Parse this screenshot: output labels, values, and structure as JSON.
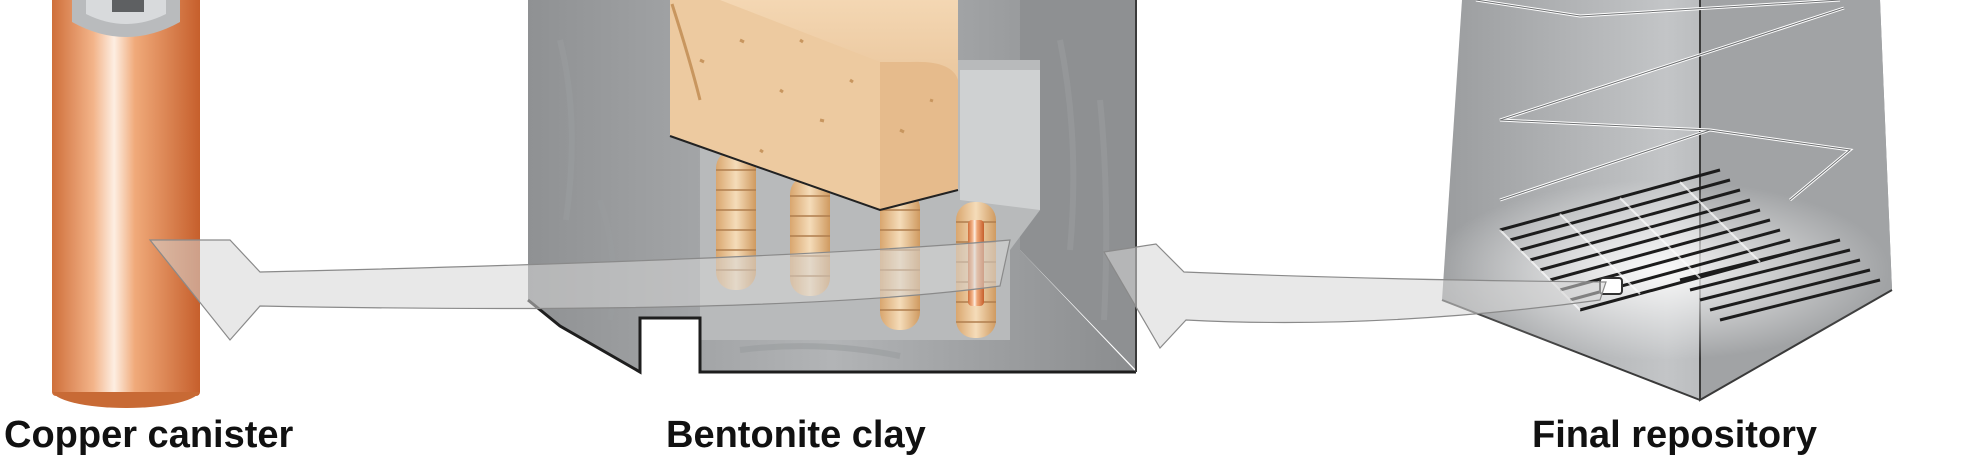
{
  "labels": {
    "copper_canister": "Copper canister",
    "bentonite_clay": "Bentonite clay",
    "final_repository": "Final repository"
  },
  "colors": {
    "copper": "#e59a66",
    "copper_highlight": "#fbe6d6",
    "bentonite": "#e9c497",
    "rock": "#a4a6a8",
    "rock_dark": "#7e8082",
    "arrow_fill": "#d9d9d9",
    "tunnel": "#202020"
  },
  "icons": [
    "copper-canister-illustration",
    "bentonite-clay-block-illustration",
    "final-repository-illustration",
    "arrow-left-icon"
  ]
}
